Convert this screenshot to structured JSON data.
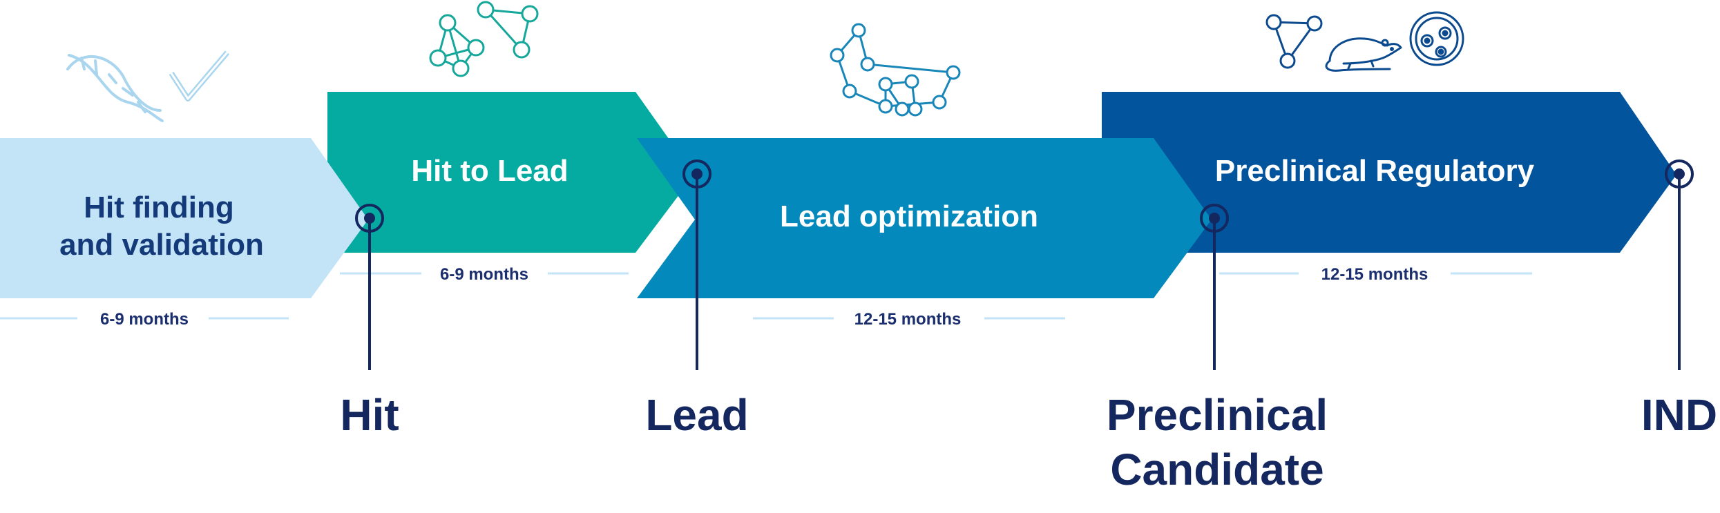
{
  "stages": [
    {
      "id": "hit-finding",
      "label_lines": [
        "Hit finding",
        "and validation"
      ],
      "duration": "6-9 months",
      "fill": "#c3e3f7",
      "text_color": "#143a7a"
    },
    {
      "id": "hit-to-lead",
      "label_lines": [
        "Hit to Lead"
      ],
      "duration": "6-9 months",
      "fill": "#05aba1",
      "text_color": "#ffffff"
    },
    {
      "id": "lead-optimization",
      "label_lines": [
        "Lead optimization"
      ],
      "duration": "12-15 months",
      "fill": "#0389bc",
      "text_color": "#ffffff"
    },
    {
      "id": "preclinical-regulatory",
      "label_lines": [
        "Preclinical Regulatory"
      ],
      "duration": "12-15 months",
      "fill": "#02549c",
      "text_color": "#ffffff"
    }
  ],
  "milestones": [
    {
      "id": "hit",
      "label_lines": [
        "Hit"
      ]
    },
    {
      "id": "lead",
      "label_lines": [
        "Lead"
      ]
    },
    {
      "id": "preclinical-candidate",
      "label_lines": [
        "Preclinical",
        "Candidate"
      ]
    },
    {
      "id": "ind",
      "label_lines": [
        "IND"
      ]
    }
  ],
  "icons": [
    "dna-icon",
    "checkmark-icon",
    "molecule-network-icon",
    "molecule-graph-icon",
    "molecule-triangle-icon",
    "mouse-icon",
    "petri-dish-icon"
  ],
  "colors": {
    "milestone_line": "#15275f",
    "duration_rule": "#c3e3f7",
    "icon_light": "#a9d5ef",
    "icon_teal": "#14a79a",
    "icon_blue": "#1886b8",
    "icon_navy": "#0b4a8e"
  }
}
